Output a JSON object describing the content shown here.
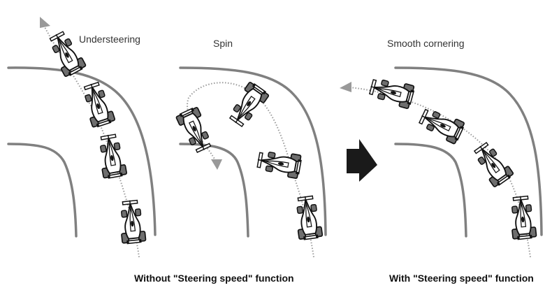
{
  "panels": [
    {
      "id": "understeering",
      "title": "Understeering"
    },
    {
      "id": "spin",
      "title": "Spin"
    },
    {
      "id": "smooth",
      "title": "Smooth cornering"
    }
  ],
  "captions": {
    "without": "Without \"Steering speed\" function",
    "with": "With \"Steering speed\" function"
  },
  "colors": {
    "track": "#808080",
    "trajectory": "#9a9a9a",
    "car_body": "#111111",
    "tire": "#6e6e6e",
    "arrow": "#1a1a1a"
  },
  "icons": {
    "car": "formula-car-icon",
    "direction_arrow": "trajectory-arrowhead-icon",
    "transition_arrow": "right-arrow-icon"
  }
}
